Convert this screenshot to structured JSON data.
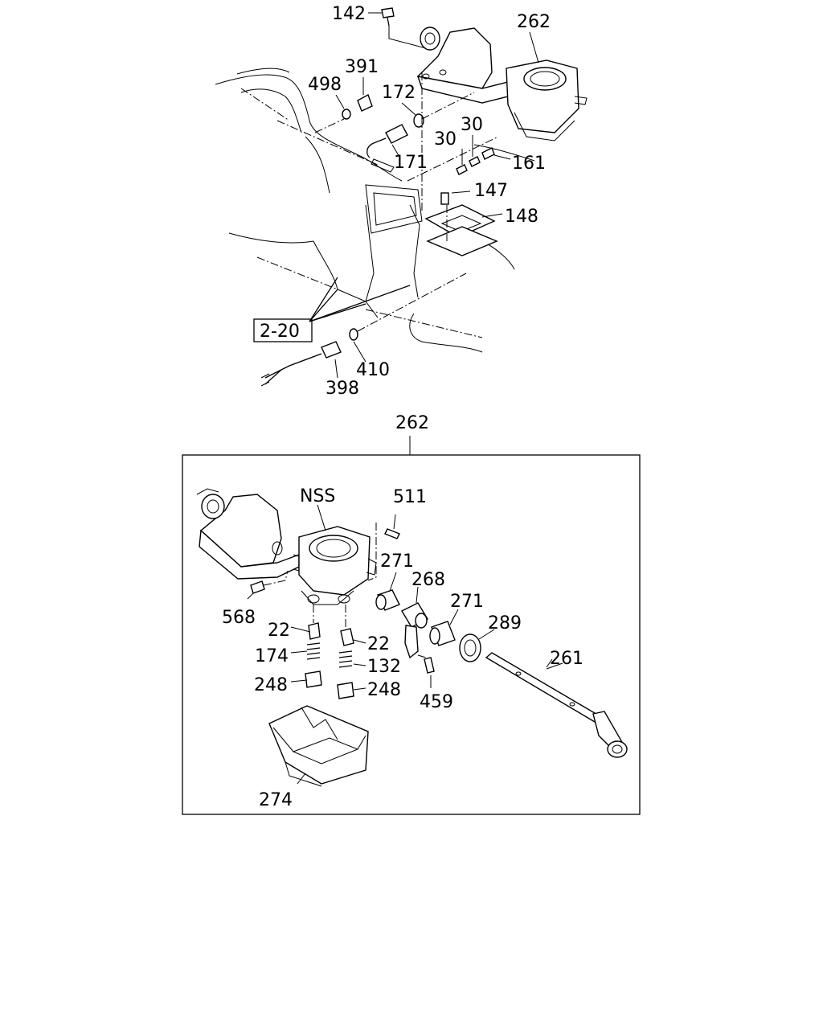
{
  "diagram": {
    "top_view": {
      "labels": [
        "142",
        "262",
        "391",
        "498",
        "172",
        "171",
        "30",
        "30",
        "161",
        "147",
        "148",
        "410",
        "398"
      ],
      "reference_box": "2-20"
    },
    "detail_view": {
      "title": "262",
      "labels": [
        "NSS",
        "511",
        "271",
        "268",
        "271",
        "289",
        "261",
        "568",
        "22",
        "174",
        "248",
        "22",
        "132",
        "248",
        "459",
        "274"
      ]
    }
  }
}
